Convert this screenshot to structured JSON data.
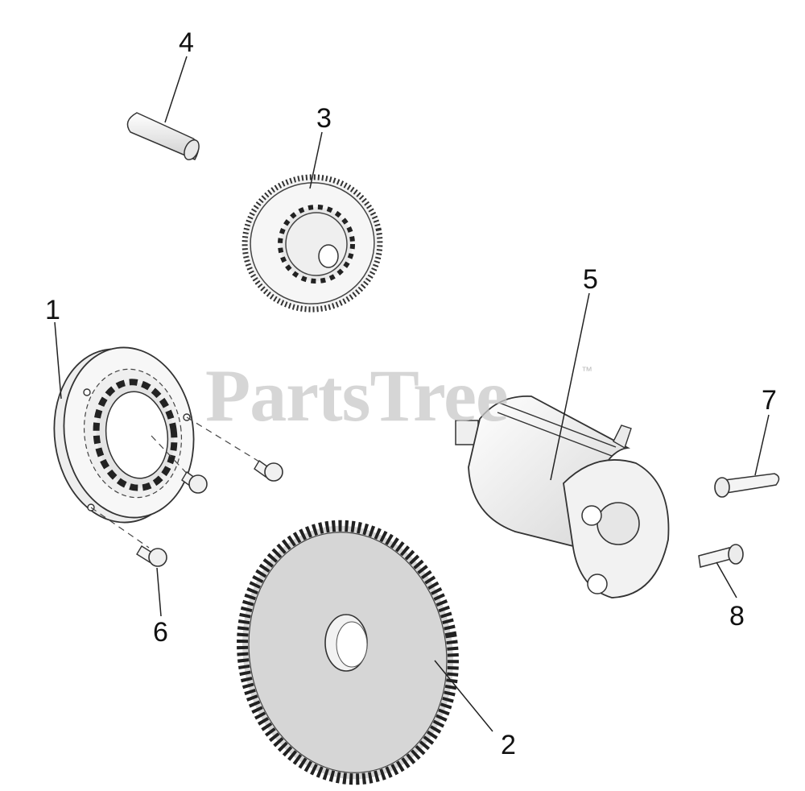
{
  "watermark": {
    "text": "PartsTree",
    "tm": "™"
  },
  "callouts": [
    "1",
    "2",
    "3",
    "4",
    "5",
    "6",
    "7",
    "8"
  ],
  "parts": [
    {
      "ref": "1",
      "icon": "starter-clutch-icon"
    },
    {
      "ref": "2",
      "icon": "driven-gear-icon"
    },
    {
      "ref": "3",
      "icon": "idler-gear-icon"
    },
    {
      "ref": "4",
      "icon": "shaft-pin-icon"
    },
    {
      "ref": "5",
      "icon": "starter-motor-icon"
    },
    {
      "ref": "6",
      "icon": "screw-icon"
    },
    {
      "ref": "7",
      "icon": "bolt-icon"
    },
    {
      "ref": "8",
      "icon": "bolt-icon"
    }
  ],
  "colors": {
    "line": "#333333",
    "fill": "#eeeeee",
    "gear": "#d8d8d8",
    "watermark": "#c9c9c9"
  }
}
